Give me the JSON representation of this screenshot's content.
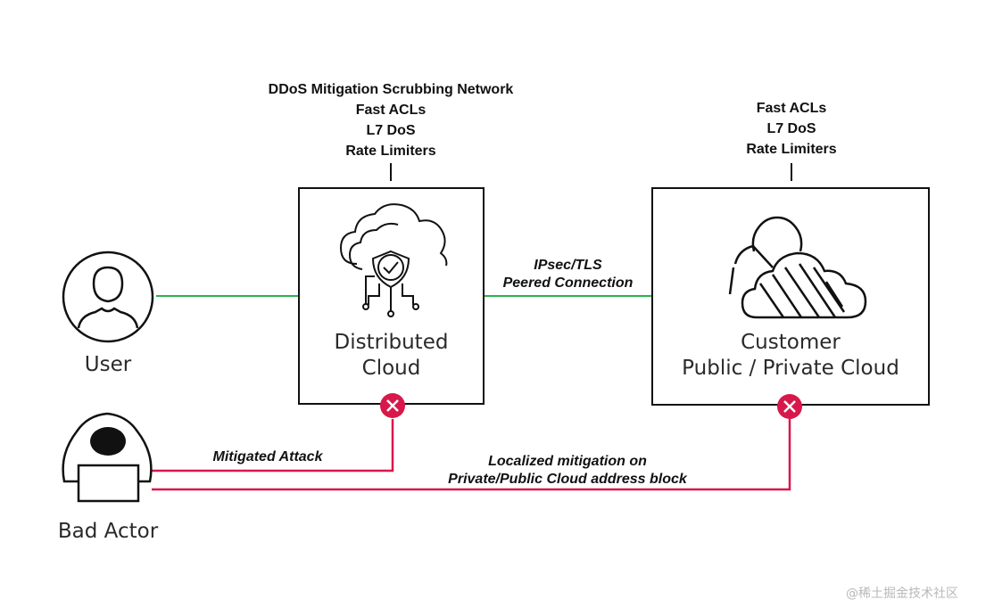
{
  "labels": {
    "dc_features": [
      "DDoS Mitigation Scrubbing Network",
      "Fast ACLs",
      "L7 DoS",
      "Rate Limiters"
    ],
    "cust_features": [
      "Fast ACLs",
      "L7 DoS",
      "Rate Limiters"
    ],
    "dc_name_1": "Distributed",
    "dc_name_2": "Cloud",
    "cust_name_1": "Customer",
    "cust_name_2": "Public / Private Cloud",
    "user": "User",
    "bad_actor": "Bad Actor",
    "link_1": "IPsec/TLS",
    "link_2": "Peered Connection",
    "mitigated": "Mitigated Attack",
    "localized_1": "Localized mitigation on",
    "localized_2": "Private/Public Cloud address block",
    "watermark": "@稀土掘金技术社区"
  },
  "colors": {
    "good_link": "#2bb24c",
    "attack_link": "#d8174b",
    "stroke": "#111111"
  },
  "icons": [
    "user-icon",
    "bad-actor-icon",
    "cloud-shield-icon",
    "customer-cloud-icon",
    "block-x-icon"
  ]
}
